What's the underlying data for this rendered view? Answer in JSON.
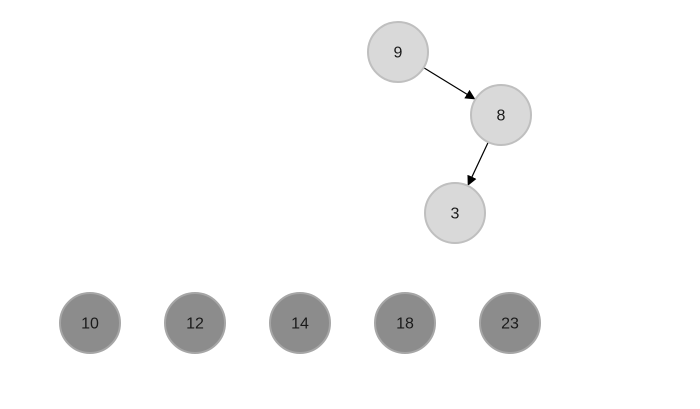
{
  "colors": {
    "light_fill": "#d9d9d9",
    "light_stroke": "#bfbfbf",
    "dark_fill": "#8c8c8c",
    "dark_stroke": "#a6a6a6",
    "edge": "#000000"
  },
  "tree": {
    "nodes": [
      {
        "id": "n9",
        "label": "9",
        "style": "light"
      },
      {
        "id": "n8",
        "label": "8",
        "style": "light"
      },
      {
        "id": "n3",
        "label": "3",
        "style": "light"
      }
    ],
    "edges": [
      {
        "from": "n9",
        "to": "n8"
      },
      {
        "from": "n8",
        "to": "n3"
      }
    ]
  },
  "row": {
    "nodes": [
      {
        "id": "r10",
        "label": "10",
        "style": "dark"
      },
      {
        "id": "r12",
        "label": "12",
        "style": "dark"
      },
      {
        "id": "r14",
        "label": "14",
        "style": "dark"
      },
      {
        "id": "r18",
        "label": "18",
        "style": "dark"
      },
      {
        "id": "r23",
        "label": "23",
        "style": "dark"
      }
    ]
  }
}
